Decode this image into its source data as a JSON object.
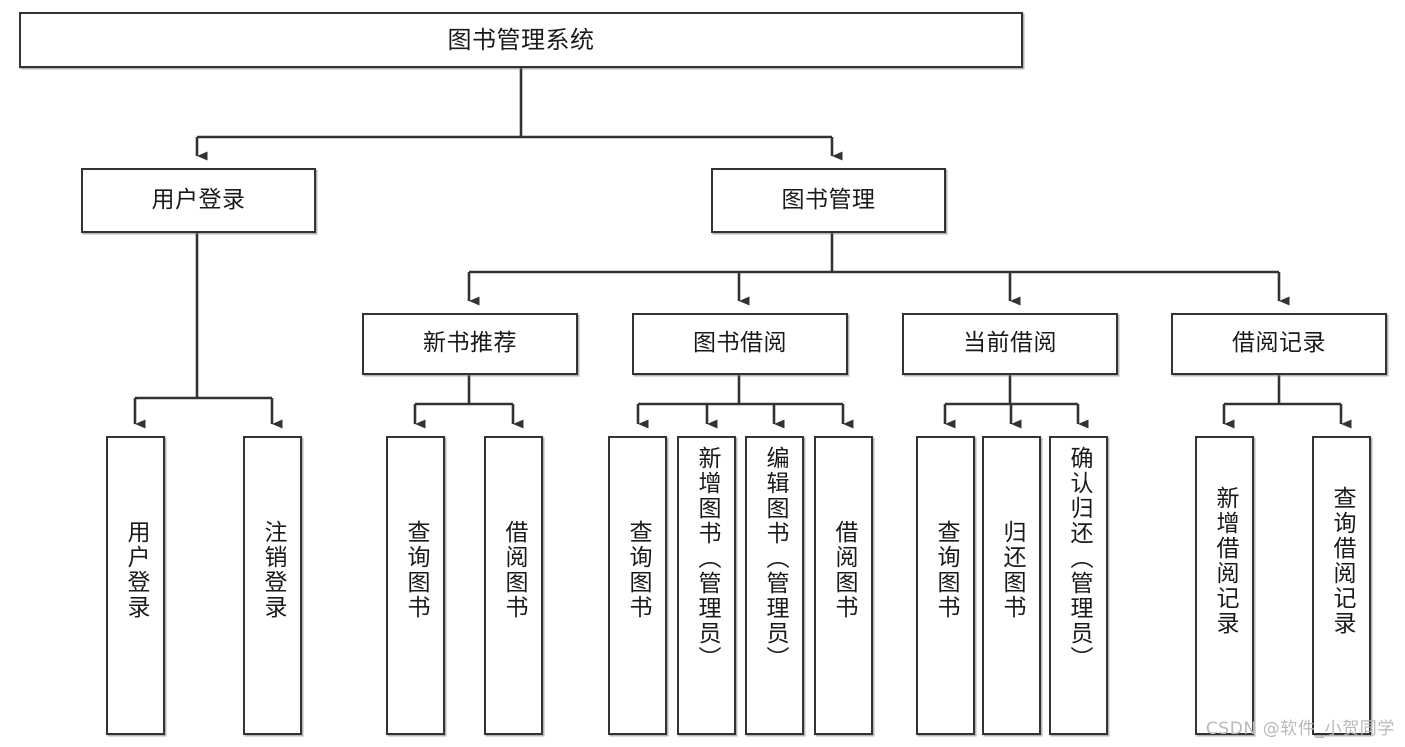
{
  "diagram": {
    "title": "图书管理系统",
    "type": "tree",
    "watermark": "CSDN @软件_小贺同学",
    "colors": {
      "box_border": "#333333",
      "box_fill": "#ffffff",
      "connector": "#333333",
      "watermark": "#b9b9b9",
      "text": "#1a1a1a"
    },
    "levels": {
      "root": [
        "图书管理系统"
      ],
      "level2": [
        "用户登录",
        "图书管理"
      ],
      "level3": [
        "新书推荐",
        "图书借阅",
        "当前借阅",
        "借阅记录"
      ],
      "leaves": [
        "用户登录",
        "注销登录",
        "查询图书",
        "借阅图书",
        "查询图书",
        "新增图书（管理员）",
        "编辑图书（管理员）",
        "借阅图书",
        "查询图书",
        "归还图书",
        "确认归还（管理员）",
        "新增借阅记录",
        "查询借阅记录"
      ]
    },
    "nodes": {
      "root": {
        "label": "图书管理系统"
      },
      "user_login": {
        "label": "用户登录"
      },
      "book_manage": {
        "label": "图书管理"
      },
      "new_book_rec": {
        "label": "新书推荐"
      },
      "book_borrow": {
        "label": "图书借阅"
      },
      "current_borrow": {
        "label": "当前借阅"
      },
      "borrow_record": {
        "label": "借阅记录"
      },
      "leaf_user_login": {
        "label": "用户登录"
      },
      "leaf_logout": {
        "label": "注销登录"
      },
      "leaf_query_book_1": {
        "label": "查询图书"
      },
      "leaf_borrow_book_1": {
        "label": "借阅图书"
      },
      "leaf_query_book_2": {
        "label": "查询图书"
      },
      "leaf_add_book": {
        "label": "新增图书（管理员）"
      },
      "leaf_edit_book": {
        "label": "编辑图书（管理员）"
      },
      "leaf_borrow_book_2": {
        "label": "借阅图书"
      },
      "leaf_query_book_3": {
        "label": "查询图书"
      },
      "leaf_return_book": {
        "label": "归还图书"
      },
      "leaf_confirm_return": {
        "label": "确认归还（管理员）"
      },
      "leaf_add_record": {
        "label": "新增借阅记录"
      },
      "leaf_query_record": {
        "label": "查询借阅记录"
      }
    },
    "edges": [
      {
        "from": "root",
        "to": "user_login"
      },
      {
        "from": "root",
        "to": "book_manage"
      },
      {
        "from": "user_login",
        "to": "leaf_user_login"
      },
      {
        "from": "user_login",
        "to": "leaf_logout"
      },
      {
        "from": "book_manage",
        "to": "new_book_rec"
      },
      {
        "from": "book_manage",
        "to": "book_borrow"
      },
      {
        "from": "book_manage",
        "to": "current_borrow"
      },
      {
        "from": "book_manage",
        "to": "borrow_record"
      },
      {
        "from": "new_book_rec",
        "to": "leaf_query_book_1"
      },
      {
        "from": "new_book_rec",
        "to": "leaf_borrow_book_1"
      },
      {
        "from": "book_borrow",
        "to": "leaf_query_book_2"
      },
      {
        "from": "book_borrow",
        "to": "leaf_add_book"
      },
      {
        "from": "book_borrow",
        "to": "leaf_edit_book"
      },
      {
        "from": "book_borrow",
        "to": "leaf_borrow_book_2"
      },
      {
        "from": "current_borrow",
        "to": "leaf_query_book_3"
      },
      {
        "from": "current_borrow",
        "to": "leaf_return_book"
      },
      {
        "from": "current_borrow",
        "to": "leaf_confirm_return"
      },
      {
        "from": "borrow_record",
        "to": "leaf_add_record"
      },
      {
        "from": "borrow_record",
        "to": "leaf_query_record"
      }
    ]
  }
}
